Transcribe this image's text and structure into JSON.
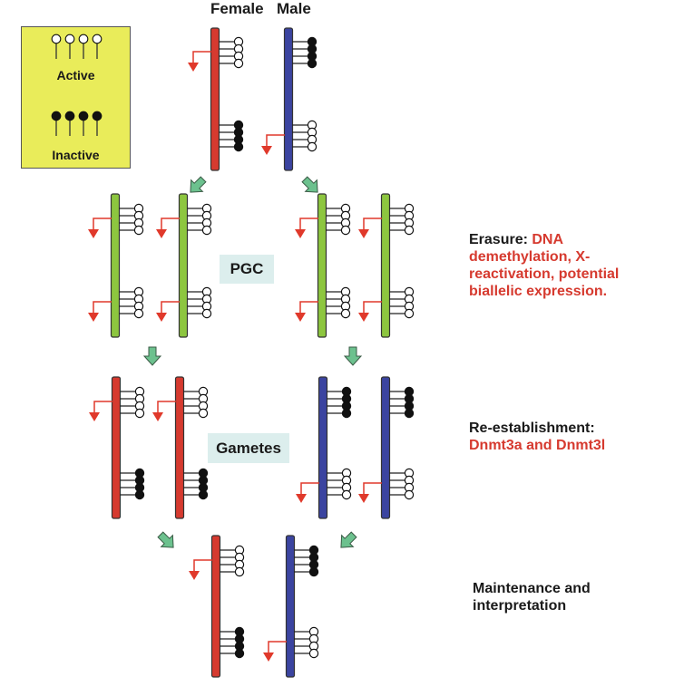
{
  "legend": {
    "active_label": "Active",
    "inactive_label": "Inactive",
    "background": "#e9ec5a"
  },
  "columns": {
    "female": "Female",
    "male": "Male"
  },
  "stages": {
    "pgc": "PGC",
    "gametes": "Gametes"
  },
  "annotations": {
    "erasure": {
      "heading": "Erasure:",
      "lines": [
        "DNA",
        "demethylation, X-",
        "reactivation, potential",
        "biallelic expression."
      ]
    },
    "reestablishment": {
      "heading": "Re-establishment:",
      "detail": "Dnmt3a and Dnmt3l"
    },
    "maintenance": {
      "line1": "Maintenance and",
      "line2": "interpretation"
    }
  },
  "colors": {
    "female": "#d63a2f",
    "male": "#3b44a0",
    "pgc": "#8dc63f",
    "arrow": "#6cc18e",
    "transcription": "#e0392b",
    "text_red": "#d63a2f",
    "stage_box": "#dceeed"
  },
  "chromosomes": [
    {
      "id": "parent-female",
      "type": "female",
      "top_allele": "active",
      "bottom_allele": "inactive",
      "expressed": [
        "top"
      ]
    },
    {
      "id": "parent-male",
      "type": "male",
      "top_allele": "inactive",
      "bottom_allele": "active",
      "expressed": [
        "bottom"
      ]
    },
    {
      "id": "pgc-f1",
      "type": "pgc",
      "top_allele": "active",
      "bottom_allele": "active",
      "expressed": [
        "top",
        "bottom"
      ]
    },
    {
      "id": "pgc-f2",
      "type": "pgc",
      "top_allele": "active",
      "bottom_allele": "active",
      "expressed": [
        "top",
        "bottom"
      ]
    },
    {
      "id": "pgc-m1",
      "type": "pgc",
      "top_allele": "active",
      "bottom_allele": "active",
      "expressed": [
        "top",
        "bottom"
      ]
    },
    {
      "id": "pgc-m2",
      "type": "pgc",
      "top_allele": "active",
      "bottom_allele": "active",
      "expressed": [
        "top",
        "bottom"
      ]
    },
    {
      "id": "gamete-f1",
      "type": "female",
      "top_allele": "active",
      "bottom_allele": "inactive",
      "expressed": [
        "top"
      ]
    },
    {
      "id": "gamete-f2",
      "type": "female",
      "top_allele": "active",
      "bottom_allele": "inactive",
      "expressed": [
        "top"
      ]
    },
    {
      "id": "gamete-m1",
      "type": "male",
      "top_allele": "inactive",
      "bottom_allele": "active",
      "expressed": [
        "bottom"
      ]
    },
    {
      "id": "gamete-m2",
      "type": "male",
      "top_allele": "inactive",
      "bottom_allele": "active",
      "expressed": [
        "bottom"
      ]
    },
    {
      "id": "offspring-female",
      "type": "female",
      "top_allele": "active",
      "bottom_allele": "inactive",
      "expressed": [
        "top"
      ]
    },
    {
      "id": "offspring-male",
      "type": "male",
      "top_allele": "inactive",
      "bottom_allele": "active",
      "expressed": [
        "bottom"
      ]
    }
  ]
}
